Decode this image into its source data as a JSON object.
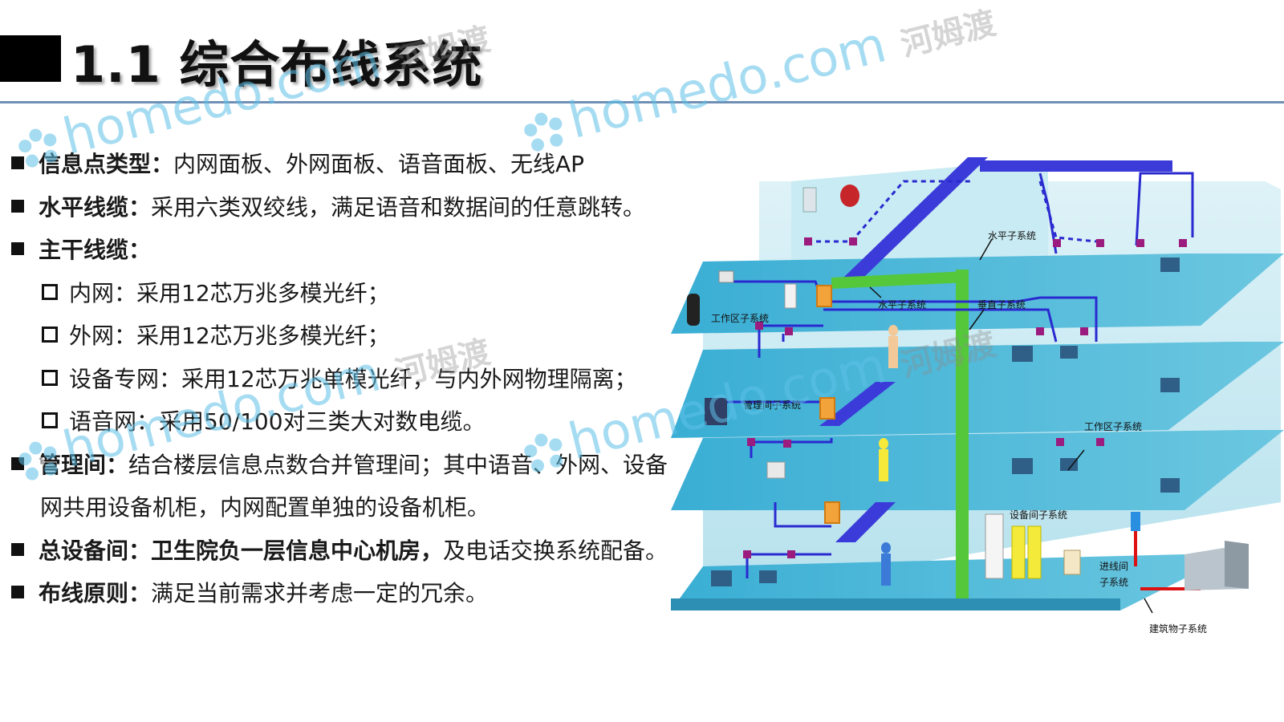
{
  "title": {
    "text": "1.1 综合布线系统"
  },
  "items": [
    {
      "label": "信息点类型：",
      "text": "内网面板、外网面板、语音面板、无线AP"
    },
    {
      "label": "水平线缆：",
      "text": "采用六类双绞线，满足语音和数据间的任意跳转。"
    },
    {
      "label": "主干线缆：",
      "text": ""
    }
  ],
  "subitems": [
    {
      "text": "内网：采用12芯万兆多模光纤；"
    },
    {
      "text": "外网：采用12芯万兆多模光纤；"
    },
    {
      "text": "设备专网：采用12芯万兆单模光纤，与内外网物理隔离；"
    },
    {
      "text": "语音网：采用50/100对三类大对数电缆。"
    }
  ],
  "management": {
    "label": "管理间：",
    "line1": "结合楼层信息点数合并管理间；其中语音、外网、设备",
    "line2": "网共用设备机柜，内网配置单独的设备机柜。"
  },
  "equipment_room": {
    "label": "总设备间：",
    "bold_text": "卫生院负一层信息中心机房，",
    "text": "及电话交换系统配备。"
  },
  "principle": {
    "label": "布线原则：",
    "text": "满足当前需求并考虑一定的冗余。"
  },
  "diagram": {
    "labels": {
      "horizontal_top": "水平子系统",
      "horizontal_mid": "水平子系统",
      "vertical": "垂直子系统",
      "work_area_left": "工作区子系统",
      "management": "管理间子系统",
      "work_area_right": "工作区子系统",
      "equipment": "设备间子系统",
      "entrance_1": "进线间",
      "entrance_2": "子系统",
      "building_group": "建筑物子系统"
    }
  },
  "watermark": {
    "domain": "homedo.com",
    "cn": "河姆渡"
  },
  "colors": {
    "accent_rule": "#6f8fb4",
    "floor": "#2f9ec4",
    "wall": "#bfe6ef",
    "riser_blue": "#3b3bd9",
    "riser_green": "#54c83a",
    "cable": "#2a2ad0"
  }
}
